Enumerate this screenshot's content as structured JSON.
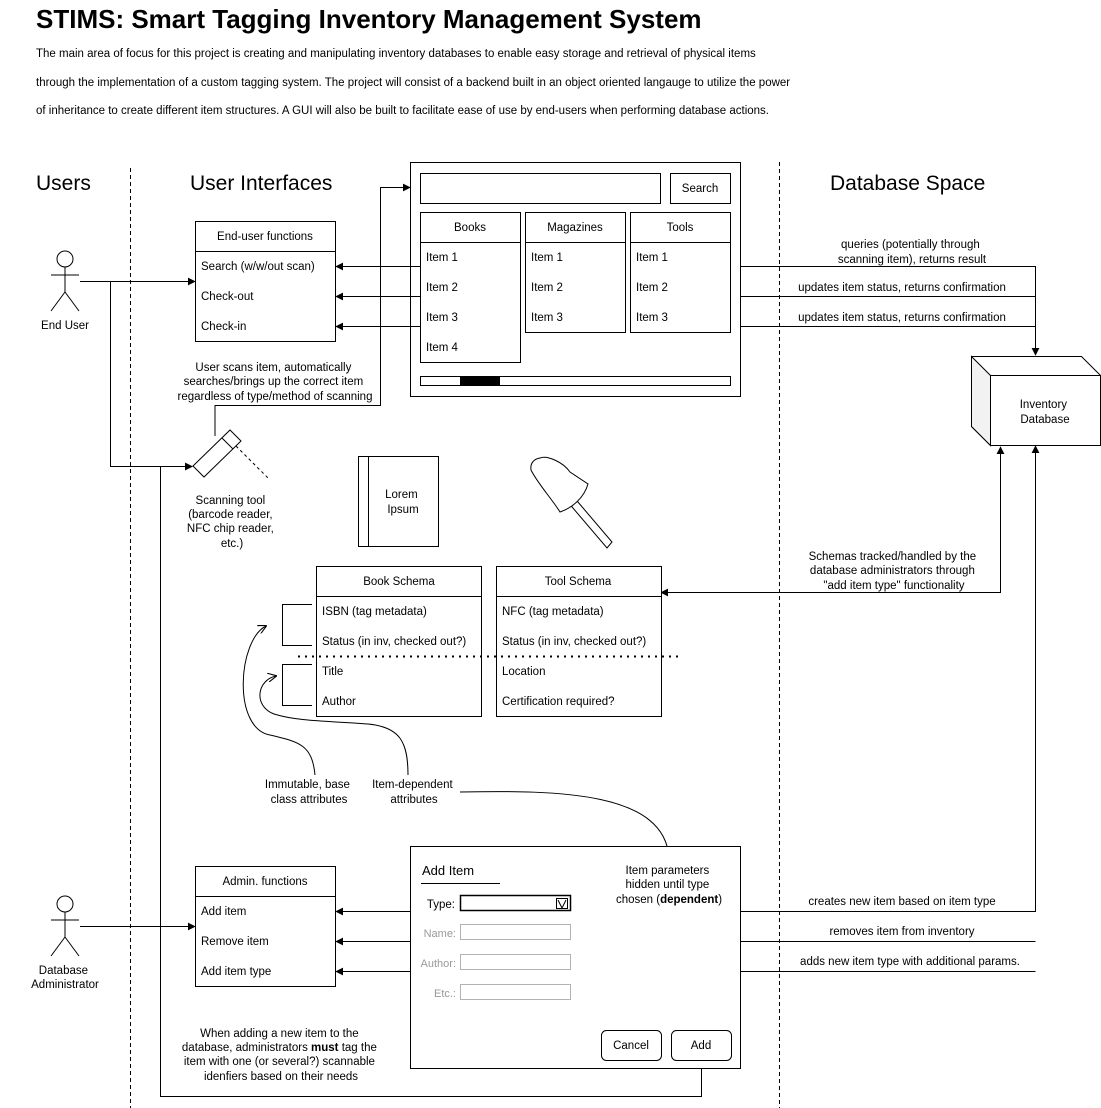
{
  "title": "STIMS: Smart Tagging Inventory Management System",
  "intro": "The main area of focus for this project is creating and manipulating inventory databases to enable easy storage and retrieval of physical items through the implementation of a custom tagging system. The project will consist of a backend built in an object oriented langauge to utilize the power of inheritance to create different item structures. A GUI will also be built to facilitate ease of use by end-users when performing database actions.",
  "lanes": {
    "users": "Users",
    "interfaces": "User Interfaces",
    "database": "Database Space"
  },
  "actors": {
    "end_user": "End User",
    "db_admin": [
      "Database",
      "Administrator"
    ]
  },
  "end_user_panel": {
    "title": "End-user functions",
    "items": [
      "Search (w/w/out scan)",
      "Check-out",
      "Check-in"
    ]
  },
  "admin_panel": {
    "title": "Admin. functions",
    "items": [
      "Add item",
      "Remove item",
      "Add item type"
    ]
  },
  "search_ui": {
    "button": "Search",
    "columns": [
      {
        "title": "Books",
        "items": [
          "Item 1",
          "Item 2",
          "Item 3",
          "Item 4"
        ]
      },
      {
        "title": "Magazines",
        "items": [
          "Item 1",
          "Item 2",
          "Item 3"
        ]
      },
      {
        "title": "Tools",
        "items": [
          "Item 1",
          "Item 2",
          "Item 3"
        ]
      }
    ]
  },
  "db_flows": {
    "query": [
      "queries (potentially through",
      "scanning item), returns result"
    ],
    "checkout": "updates item status, returns confirmation",
    "checkin": "updates item status, returns confirmation",
    "add": "creates new item based on item type",
    "remove": "removes item from inventory",
    "addtype": "adds new item type with additional params."
  },
  "database": [
    "Inventory",
    "Database"
  ],
  "scan_note": [
    "User scans item, automatically",
    "searches/brings up the correct item",
    "regardless of type/method of scanning"
  ],
  "scanner_label": [
    "Scanning tool",
    "(barcode reader,",
    "NFC chip reader,",
    "etc.)"
  ],
  "book_icon": [
    "Lorem",
    "Ipsum"
  ],
  "schema_note": [
    "Schemas tracked/handled by the",
    "database administrators through",
    "\"add item type\" functionality"
  ],
  "book_schema": {
    "title": "Book Schema",
    "items": [
      "ISBN (tag metadata)",
      "Status (in inv, checked out?)",
      "Title",
      "Author"
    ]
  },
  "tool_schema": {
    "title": "Tool Schema",
    "items": [
      "NFC (tag metadata)",
      "Status (in inv, checked out?)",
      "Location",
      "Certification required?"
    ]
  },
  "immutable_note": [
    "Immutable, base",
    "class attributes"
  ],
  "dependent_note": [
    "Item-dependent",
    "attributes"
  ],
  "add_item_form": {
    "title": "Add Item",
    "fields": [
      "Type:",
      "Name:",
      "Author:",
      "Etc.:"
    ],
    "hint": [
      "Item parameters",
      "hidden until type",
      "chosen ("
    ],
    "hint_bold": "dependent",
    "hint_end": ")",
    "cancel": "Cancel",
    "add": "Add"
  },
  "admin_note": {
    "l1": "When adding a new item to the",
    "l2a": "database, administrators ",
    "l2b": "must",
    "l2c": " tag the",
    "l3": "item with one (or several?) scannable",
    "l4": "idenfiers based on their needs"
  }
}
